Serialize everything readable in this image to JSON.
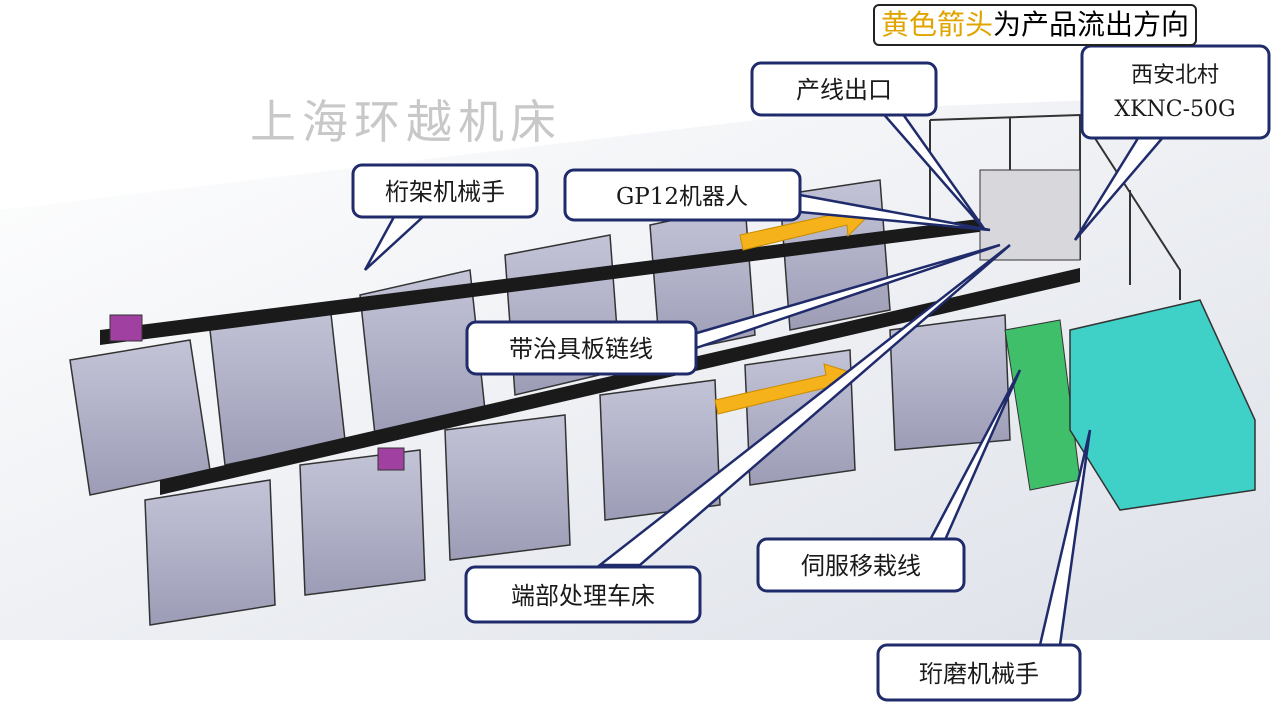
{
  "legend": {
    "highlight": "黄色箭头",
    "rest": "为产品流出方向",
    "highlight_color": "#e0a400"
  },
  "watermark": "上海环越机床",
  "callouts": {
    "exit": "产线出口",
    "machine_line1": "西安北村",
    "machine_line2": "XKNC-50G",
    "gantry": "桁架机械手",
    "robot": "GP12机器人",
    "chain": "带治具板链线",
    "servo": "伺服移栽线",
    "lathe": "端部处理车床",
    "honing": "珩磨机械手"
  },
  "colors": {
    "callout_border": "#1f2b6b",
    "arrow_yellow": "#f5b21a",
    "machine": "#a9a9c4",
    "teal": "#3fd0c8"
  }
}
